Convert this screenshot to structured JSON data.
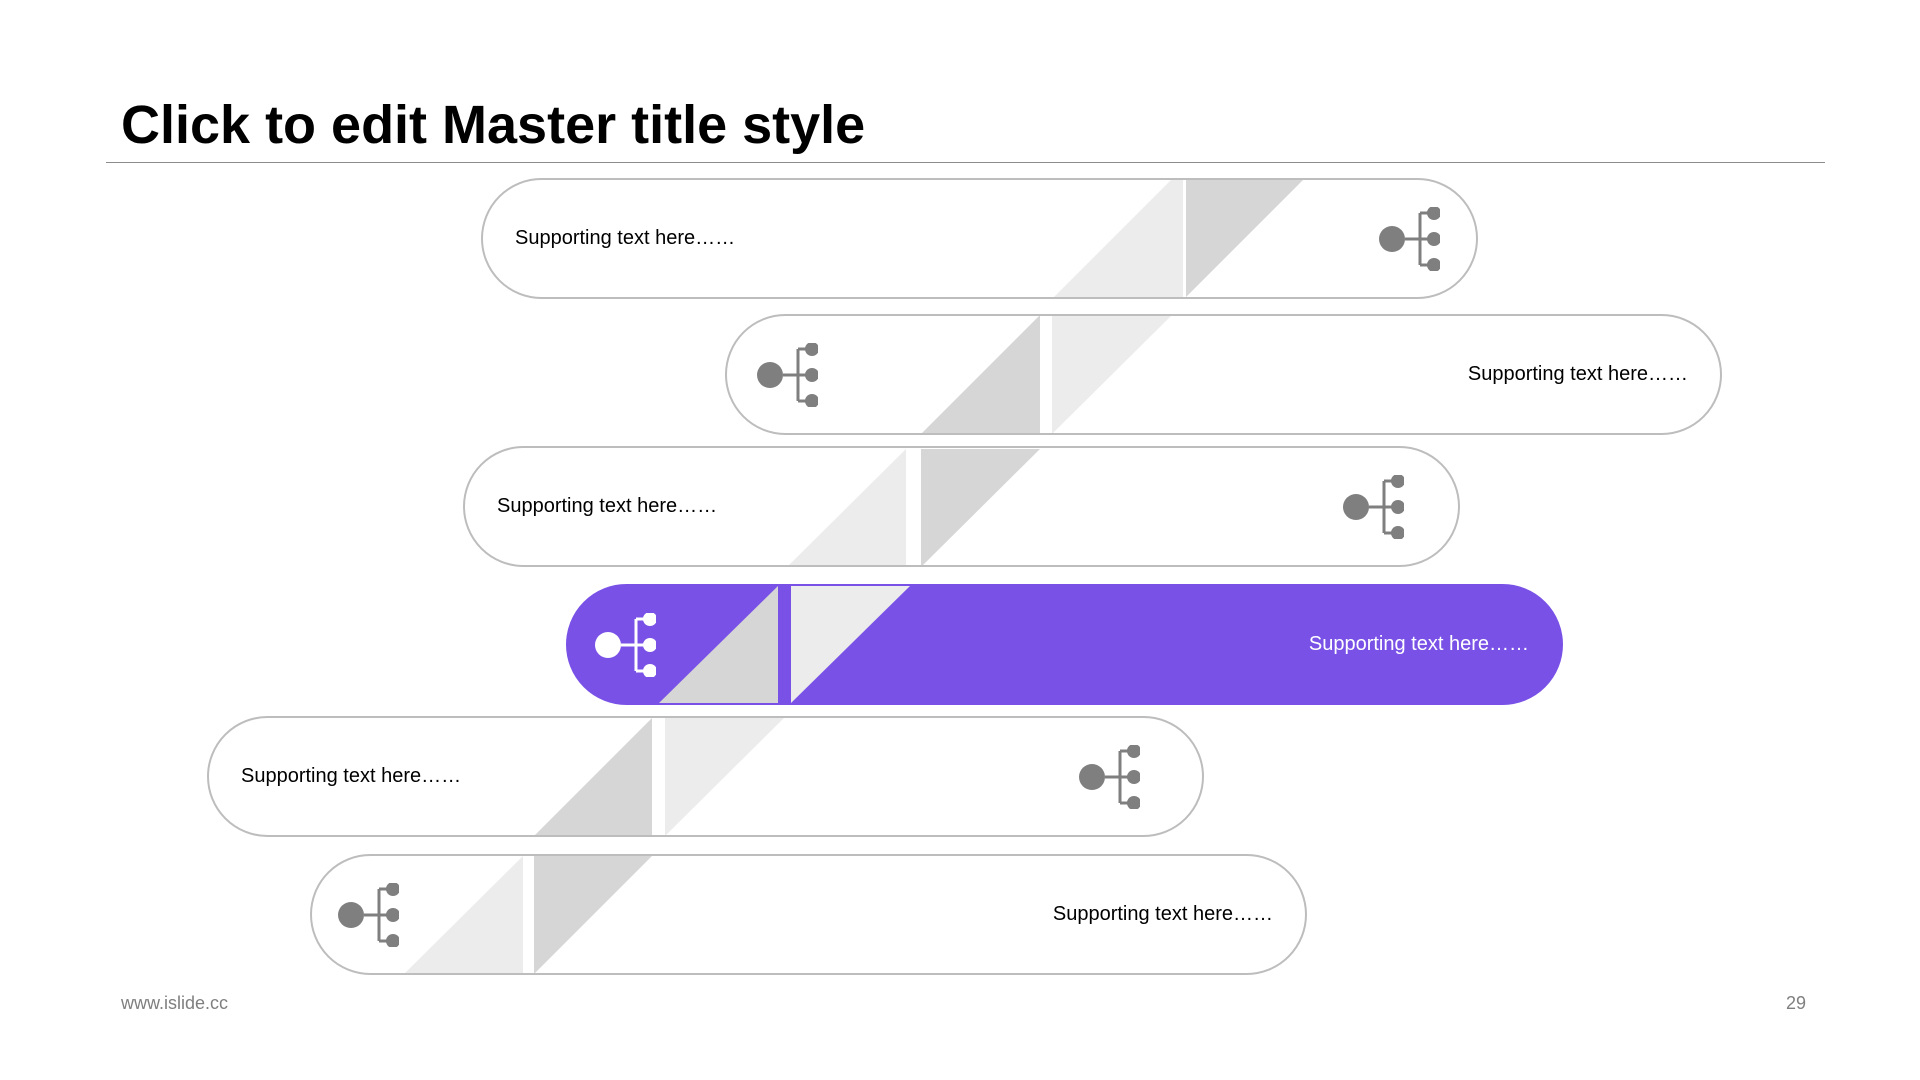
{
  "slide": {
    "title": "Click to edit Master title style"
  },
  "colors": {
    "accent": "#7951E7",
    "outline": "#bdbdbd",
    "icon": "#7f7f7f",
    "band_light": "#ececec",
    "band_dark": "#d6d6d6"
  },
  "rows": [
    {
      "text": "Supporting text here……",
      "icon": "hierarchy-icon",
      "active": false
    },
    {
      "text": "Supporting text here……",
      "icon": "hierarchy-icon",
      "active": false
    },
    {
      "text": "Supporting text here……",
      "icon": "hierarchy-icon",
      "active": false
    },
    {
      "text": "Supporting text here……",
      "icon": "hierarchy-icon",
      "active": true
    },
    {
      "text": "Supporting text here……",
      "icon": "hierarchy-icon",
      "active": false
    },
    {
      "text": "Supporting text here……",
      "icon": "hierarchy-icon",
      "active": false
    }
  ],
  "footer": {
    "website": "www.islide.cc",
    "page_number": "29"
  }
}
